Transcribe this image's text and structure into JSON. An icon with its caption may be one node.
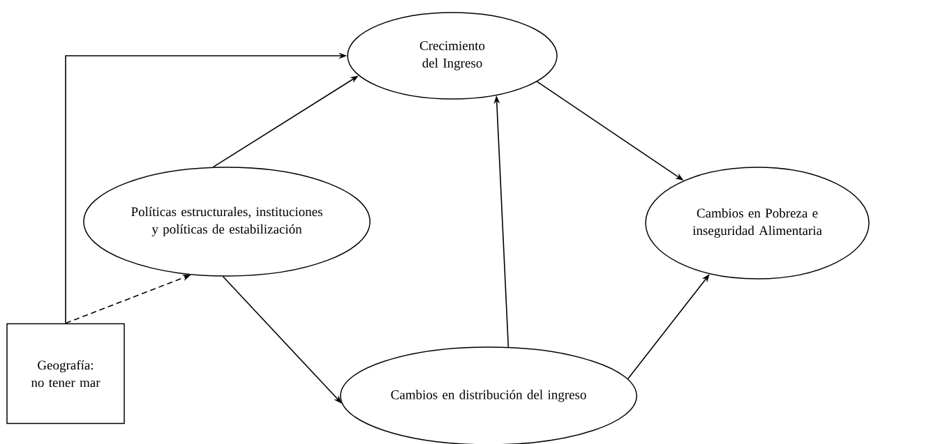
{
  "diagram": {
    "nodes": [
      {
        "text": [
          "Crecimiento del Ingreso"
        ]
      },
      {
        "text": [
          "Políticas estructurales, instituciones y políticas de estabilización"
        ]
      },
      {
        "text": [
          "Cambios en Pobreza e inseguridad Alimentaria"
        ]
      },
      {
        "text": [
          "Cambios en distribución del ingreso"
        ]
      },
      {
        "text": [
          "Geografía: no tener mar"
        ]
      }
    ],
    "edges": [
      {
        "from": 4,
        "to": 0,
        "arrow": "to"
      },
      {
        "from": 4,
        "to": 1,
        "arrow": "to",
        "style": "dashed"
      },
      {
        "from": 1,
        "to": 0,
        "arrow": "to"
      },
      {
        "from": 1,
        "to": 3,
        "arrow": "to"
      },
      {
        "from": 3,
        "to": 0,
        "arrow": "to"
      },
      {
        "from": 0,
        "to": 2,
        "arrow": "to"
      },
      {
        "from": 3,
        "to": 2,
        "arrow": "to"
      }
    ]
  }
}
